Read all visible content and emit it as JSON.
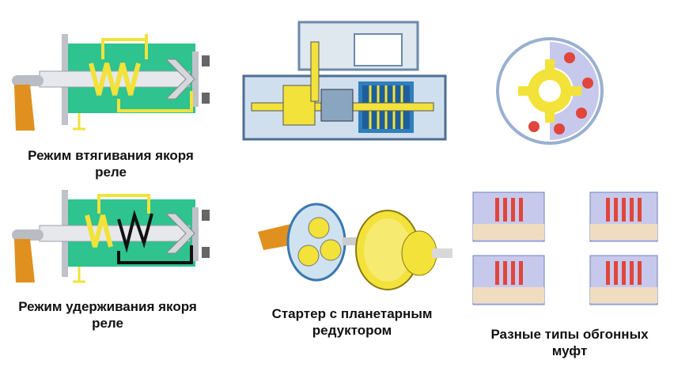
{
  "captions": {
    "pull_in": "Режим втягивания якоря реле",
    "hold": "Режим удерживания якоря реле",
    "planetary": "Стартер с планетарным редуктором",
    "clutches": "Разные типы обгонных муфт"
  },
  "colors": {
    "solenoid_green": "#2ec38f",
    "coil_yellow": "#f2e23a",
    "lever_orange": "#e0901e",
    "housing_blue": "#8fb8d8",
    "clutch_red": "#e0463c",
    "clutch_lavender": "#c7c9ec"
  },
  "icons": [
    "solenoid-diagram",
    "starter-cutaway",
    "roller-clutch",
    "planetary-gear",
    "clutch-variant"
  ]
}
